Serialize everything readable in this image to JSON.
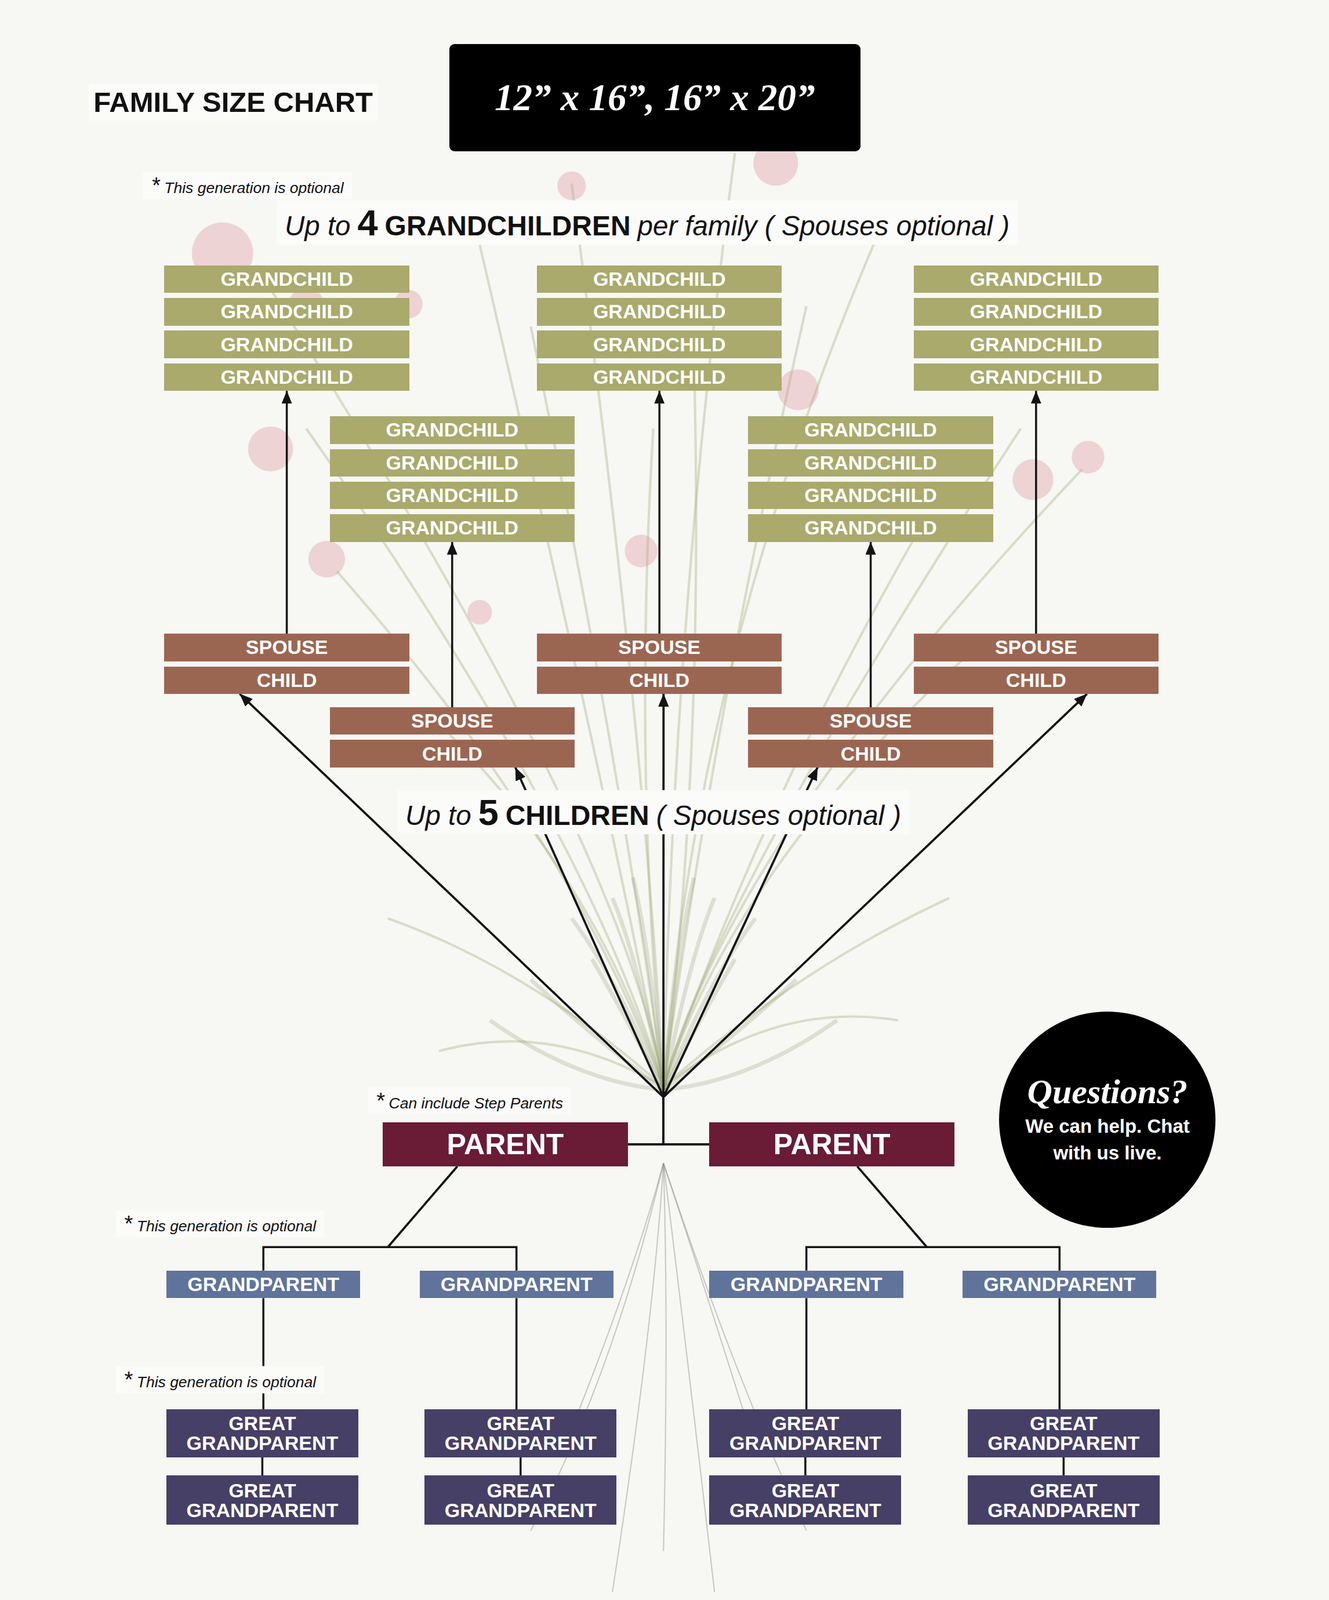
{
  "diagram": {
    "title": "FAMILY SIZE CHART",
    "nodes": [
      {
        "text": [
          "12” x 16”, 16” x 20”"
        ]
      },
      {
        "text": [
          "GRANDCHILD"
        ]
      },
      {
        "text": [
          "GRANDCHILD"
        ]
      },
      {
        "text": [
          "GRANDCHILD"
        ]
      },
      {
        "text": [
          "GRANDCHILD"
        ]
      },
      {
        "text": [
          "GRANDCHILD"
        ]
      },
      {
        "text": [
          "GRANDCHILD"
        ]
      },
      {
        "text": [
          "GRANDCHILD"
        ]
      },
      {
        "text": [
          "GRANDCHILD"
        ]
      },
      {
        "text": [
          "GRANDCHILD"
        ]
      },
      {
        "text": [
          "GRANDCHILD"
        ]
      },
      {
        "text": [
          "GRANDCHILD"
        ]
      },
      {
        "text": [
          "GRANDCHILD"
        ]
      },
      {
        "text": [
          "GRANDCHILD"
        ]
      },
      {
        "text": [
          "GRANDCHILD"
        ]
      },
      {
        "text": [
          "GRANDCHILD"
        ]
      },
      {
        "text": [
          "GRANDCHILD"
        ]
      },
      {
        "text": [
          "GRANDCHILD"
        ]
      },
      {
        "text": [
          "GRANDCHILD"
        ]
      },
      {
        "text": [
          "GRANDCHILD"
        ]
      },
      {
        "text": [
          "GRANDCHILD"
        ]
      },
      {
        "text": [
          "SPOUSE"
        ]
      },
      {
        "text": [
          "CHILD"
        ]
      },
      {
        "text": [
          "SPOUSE"
        ]
      },
      {
        "text": [
          "CHILD"
        ]
      },
      {
        "text": [
          "SPOUSE"
        ]
      },
      {
        "text": [
          "CHILD"
        ]
      },
      {
        "text": [
          "SPOUSE"
        ]
      },
      {
        "text": [
          "CHILD"
        ]
      },
      {
        "text": [
          "SPOUSE"
        ]
      },
      {
        "text": [
          "CHILD"
        ]
      },
      {
        "text": [
          "PARENT"
        ]
      },
      {
        "text": [
          "PARENT"
        ]
      },
      {
        "text": [
          "Questions?",
          "We can help. Chat with us live."
        ]
      },
      {
        "text": [
          "GRANDPARENT"
        ]
      },
      {
        "text": [
          "GRANDPARENT"
        ]
      },
      {
        "text": [
          "GRANDPARENT"
        ]
      },
      {
        "text": [
          "GRANDPARENT"
        ]
      },
      {
        "text": [
          "GREAT GRANDPARENT"
        ]
      },
      {
        "text": [
          "GREAT GRANDPARENT"
        ]
      },
      {
        "text": [
          "GREAT GRANDPARENT"
        ]
      },
      {
        "text": [
          "GREAT GRANDPARENT"
        ]
      },
      {
        "text": [
          "GREAT GRANDPARENT"
        ]
      },
      {
        "text": [
          "GREAT GRANDPARENT"
        ]
      },
      {
        "text": [
          "GREAT GRANDPARENT"
        ]
      },
      {
        "text": [
          "GREAT GRANDPARENT"
        ]
      }
    ],
    "edges": [
      {
        "from": 21,
        "to": 4,
        "arrow": "to"
      },
      {
        "from": 23,
        "to": 8,
        "arrow": "to"
      },
      {
        "from": 25,
        "to": 12,
        "arrow": "to"
      },
      {
        "from": 27,
        "to": 16,
        "arrow": "to"
      },
      {
        "from": 29,
        "to": 20,
        "arrow": "to"
      },
      {
        "from": 31,
        "to": 22,
        "arrow": "to"
      },
      {
        "from": 31,
        "to": 28,
        "arrow": "to"
      },
      {
        "from": 31,
        "to": 24,
        "arrow": "to"
      },
      {
        "from": 31,
        "to": 30,
        "arrow": "to"
      },
      {
        "from": 31,
        "to": 26,
        "arrow": "to"
      },
      {
        "from": 32,
        "to": 22,
        "arrow": "to"
      },
      {
        "from": 32,
        "to": 28,
        "arrow": "to"
      },
      {
        "from": 32,
        "to": 24,
        "arrow": "to"
      },
      {
        "from": 32,
        "to": 30,
        "arrow": "to"
      },
      {
        "from": 32,
        "to": 26,
        "arrow": "to"
      },
      {
        "from": 31,
        "to": 34,
        "arrow": "none"
      },
      {
        "from": 31,
        "to": 35,
        "arrow": "none"
      },
      {
        "from": 32,
        "to": 36,
        "arrow": "none"
      },
      {
        "from": 32,
        "to": 37,
        "arrow": "none"
      },
      {
        "from": 34,
        "to": 38,
        "arrow": "none"
      },
      {
        "from": 35,
        "to": 40,
        "arrow": "none"
      },
      {
        "from": 36,
        "to": 42,
        "arrow": "none"
      },
      {
        "from": 37,
        "to": 44,
        "arrow": "none"
      },
      {
        "from": 38,
        "to": 39,
        "arrow": "none"
      },
      {
        "from": 40,
        "to": 41,
        "arrow": "none"
      },
      {
        "from": 42,
        "to": 43,
        "arrow": "none"
      },
      {
        "from": 44,
        "to": 45,
        "arrow": "none"
      }
    ],
    "labels": [
      "*",
      "This generation is optional",
      "Up to",
      "4",
      "GRANDCHILDREN",
      "per family ( Spouses optional )",
      "Up to",
      "5",
      "CHILDREN",
      "( Spouses optional )",
      "*",
      "Can include Step Parents",
      "*",
      "This generation is optional",
      "*",
      "This generation is optional"
    ]
  }
}
